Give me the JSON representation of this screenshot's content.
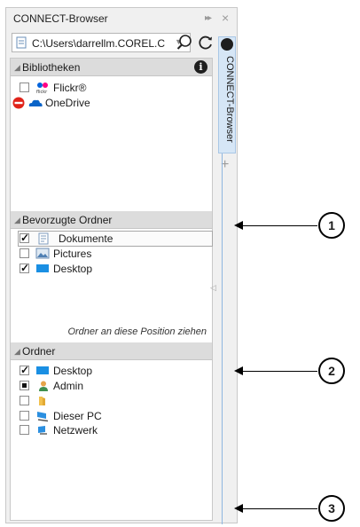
{
  "window": {
    "title": "CONNECT-Browser"
  },
  "toolbar": {
    "path": "C:\\Users\\darrellm.COREL.CO"
  },
  "sections": {
    "libraries": {
      "label": "Bibliotheken",
      "items": [
        {
          "label": "Flickr®",
          "state": "unchecked"
        },
        {
          "label": "OneDrive",
          "state": "blocked"
        }
      ]
    },
    "favorites": {
      "label": "Bevorzugte Ordner",
      "items": [
        {
          "label": "Dokumente",
          "state": "checked",
          "selected": true
        },
        {
          "label": "Pictures",
          "state": "unchecked"
        },
        {
          "label": "Desktop",
          "state": "checked"
        }
      ],
      "drop_hint": "Ordner an diese Position ziehen"
    },
    "folders": {
      "label": "Ordner",
      "items": [
        {
          "label": "Desktop",
          "state": "checked"
        },
        {
          "label": "Admin",
          "state": "partial"
        },
        {
          "label": "",
          "state": "unchecked"
        },
        {
          "label": "Dieser PC",
          "state": "unchecked"
        },
        {
          "label": "Netzwerk",
          "state": "unchecked"
        }
      ]
    }
  },
  "side_tab": {
    "label": "CONNECT-Browser"
  },
  "callouts": [
    "1",
    "2",
    "3"
  ]
}
